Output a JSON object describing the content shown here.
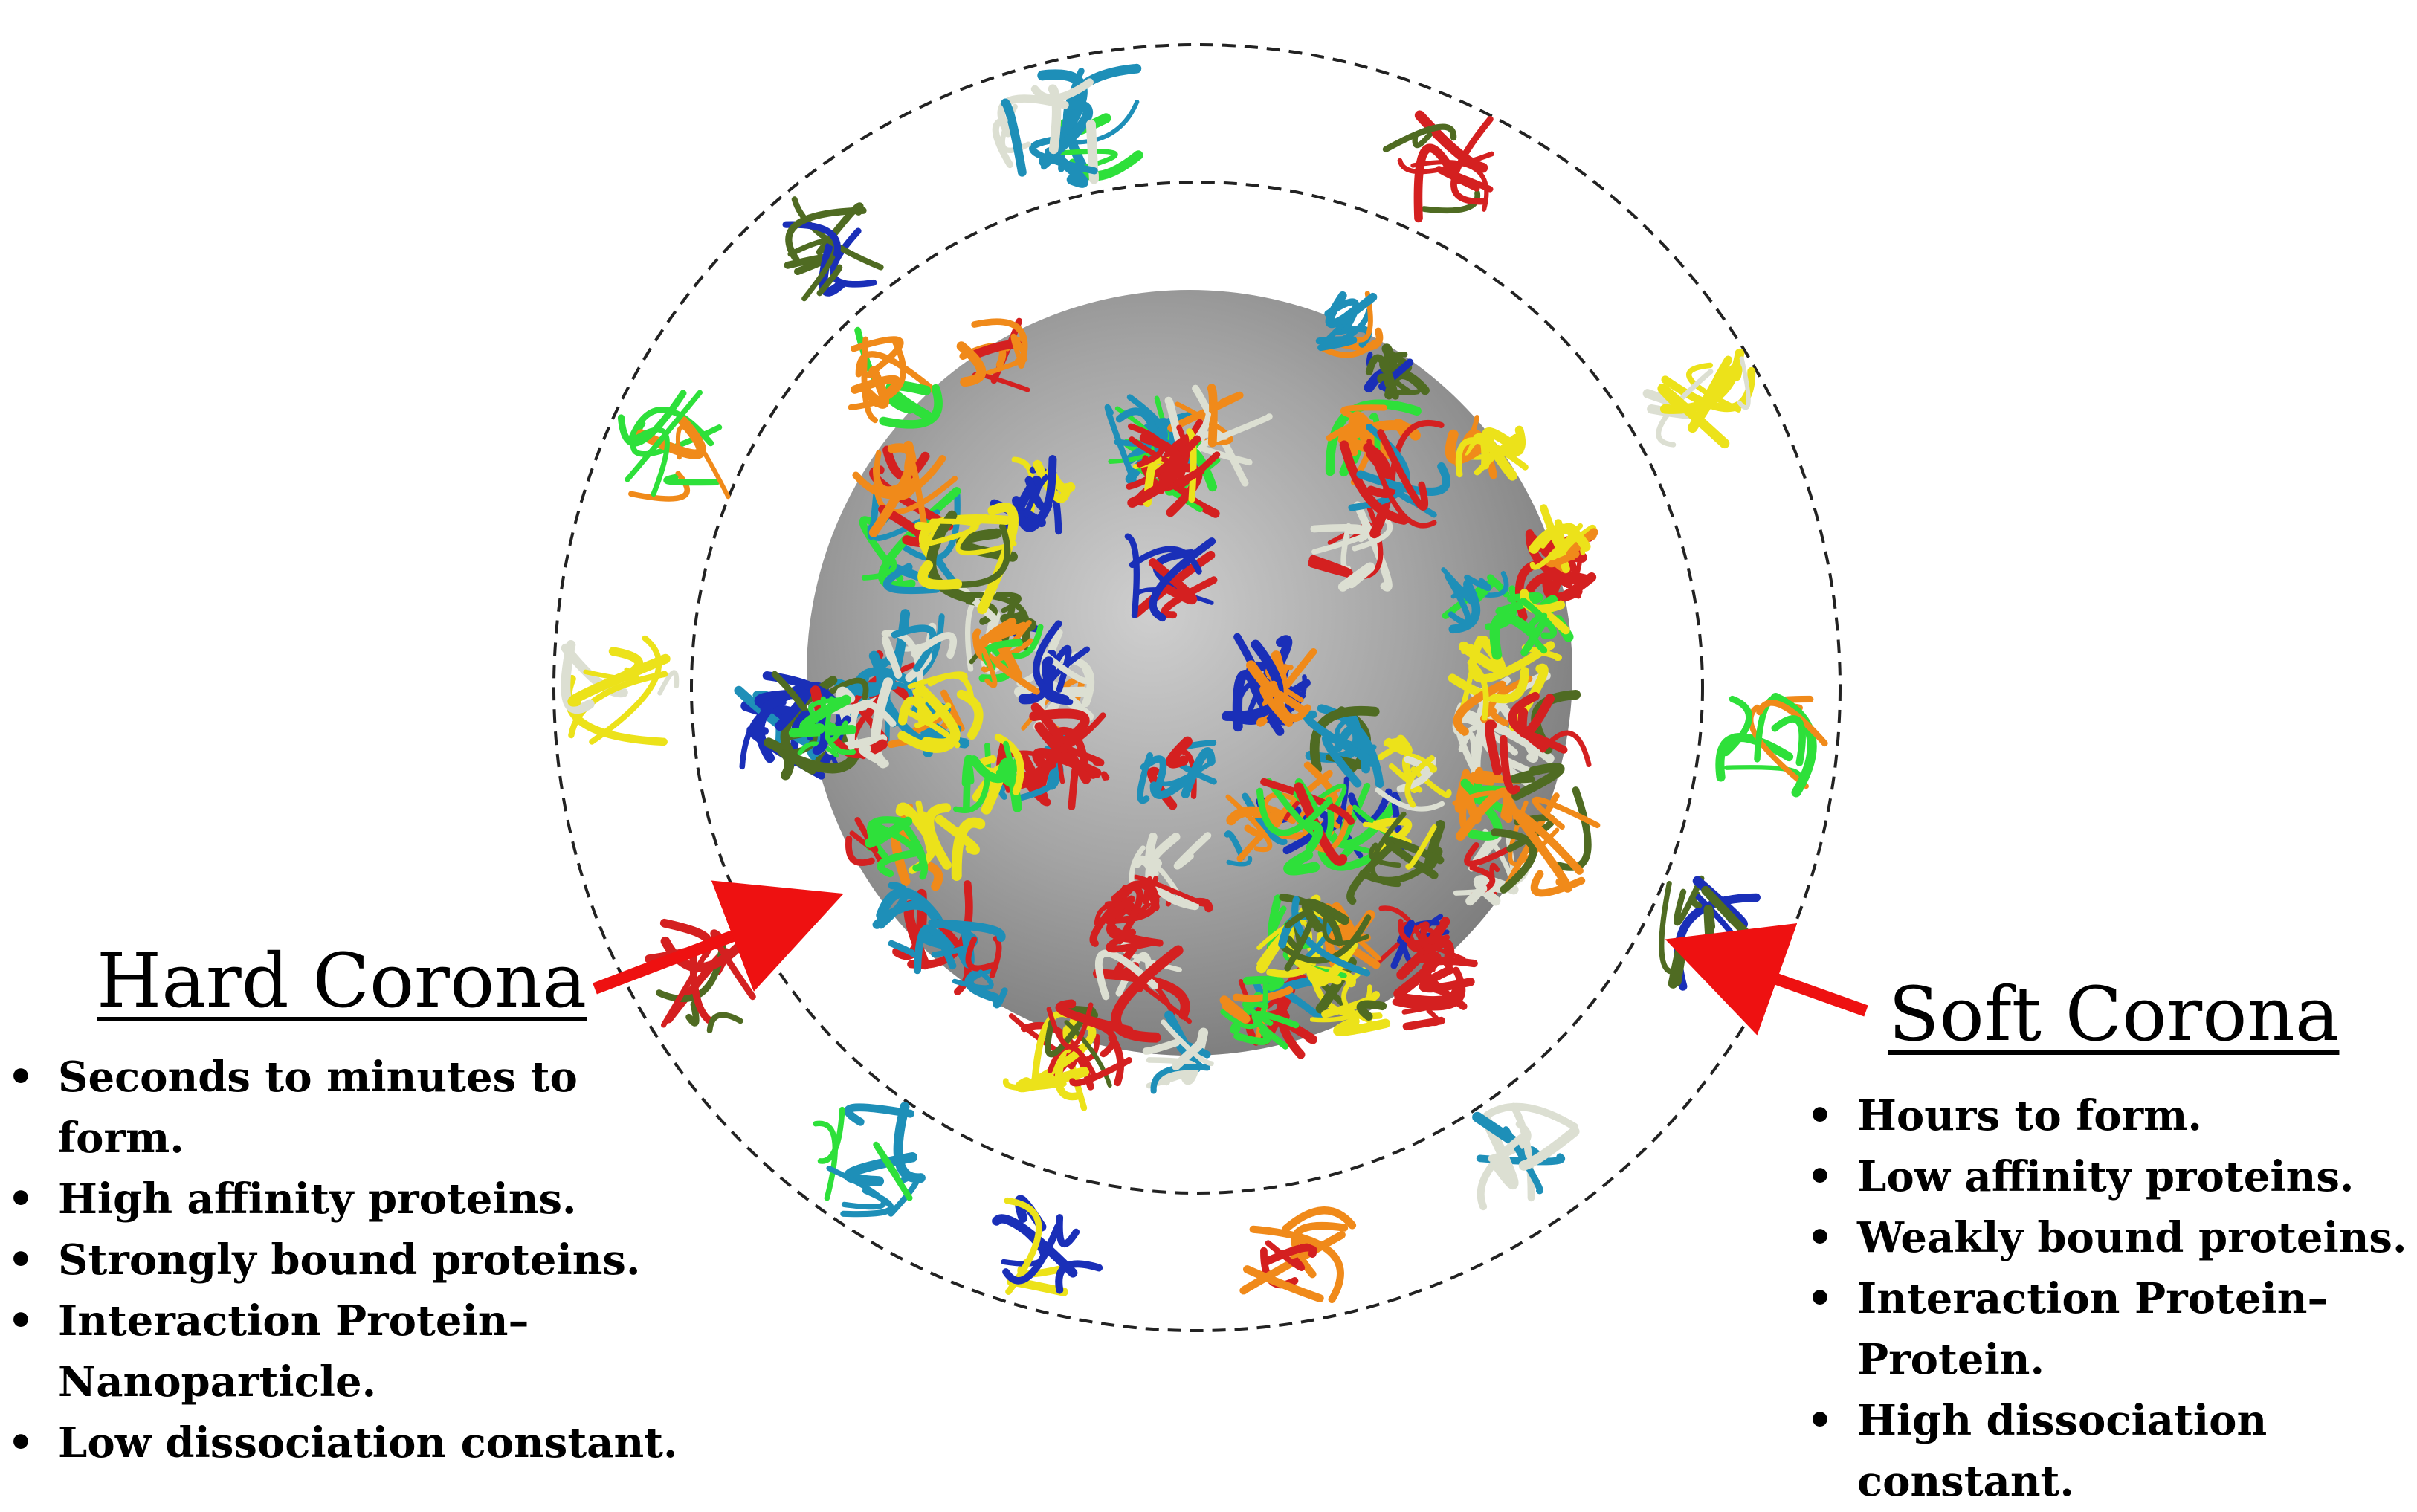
{
  "hard_corona": {
    "title": "Hard Corona",
    "items": [
      "Seconds to minutes to form.",
      "High affinity proteins.",
      "Strongly bound proteins.",
      "Interaction Protein–Nanoparticle.",
      "Low dissociation constant."
    ]
  },
  "soft_corona": {
    "title": "Soft Corona",
    "items": [
      "Hours to form.",
      "Low affinity proteins.",
      "Weakly bound proteins.",
      "Interaction Protein–Protein.",
      "High dissociation constant."
    ]
  },
  "colors": {
    "arrow": "#ee1111",
    "nanoparticle": "#9a9a9a",
    "protein_blue": "#1e8fb8",
    "protein_red": "#d42020",
    "protein_yellow": "#ece21a",
    "protein_green": "#2ee03a",
    "protein_dark_green": "#4f6b22",
    "protein_white": "#dcdfd2",
    "protein_orange": "#f08a1a",
    "protein_navy": "#1a2fb8"
  }
}
